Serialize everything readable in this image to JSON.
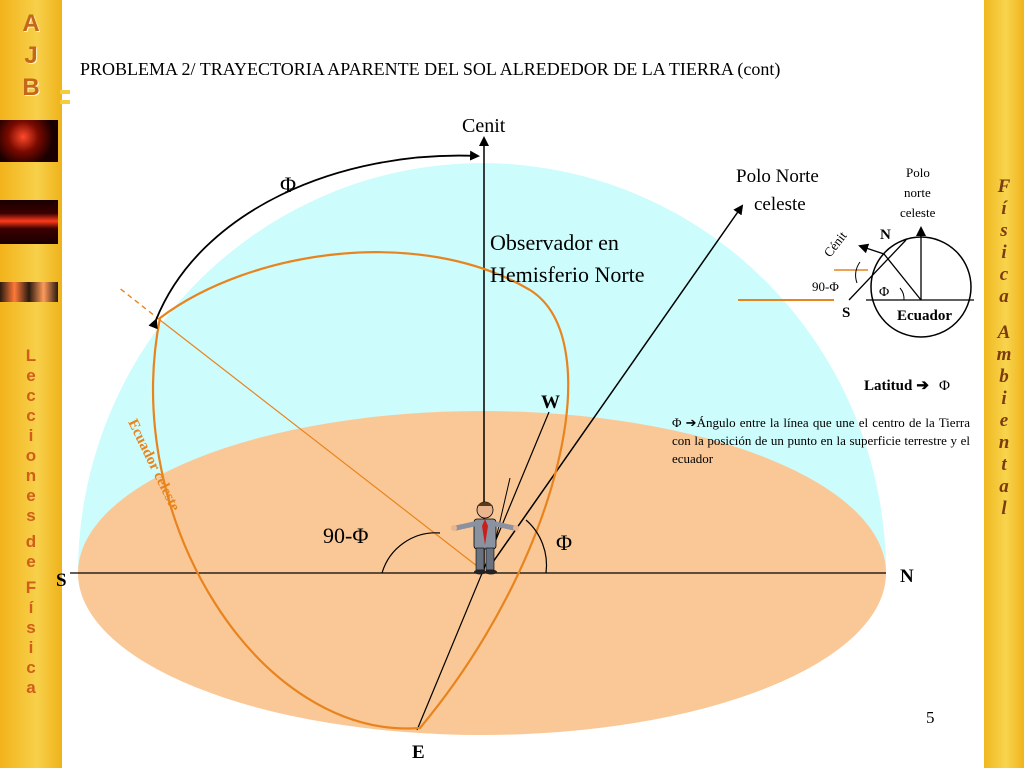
{
  "title": "PROBLEMA 2/ TRAYECTORIA APARENTE DEL SOL ALREDEDOR DE LA TIERRA (cont)",
  "sidebar_left": {
    "logo_letters": [
      "A",
      "J",
      "B"
    ],
    "vertical_words": [
      "Lecciones",
      "de",
      "Física"
    ]
  },
  "sidebar_right": {
    "vertical_words": [
      "Física",
      "Ambiental"
    ]
  },
  "diagram": {
    "zenith_label": "Cenit",
    "phi_top": "Φ",
    "north_pole_label_1": "Polo Norte",
    "north_pole_label_2": "celeste",
    "observer_label_1": "Observador en",
    "observer_label_2": "Hemisferio Norte",
    "west_label": "W",
    "south_label": "S",
    "north_label": "N",
    "east_label": "E",
    "ninety_minus_phi": "90-Φ",
    "phi_right": "Φ",
    "celestial_equator_label": "Ecuador celeste"
  },
  "inset": {
    "polo_1": "Polo",
    "polo_2": "norte",
    "polo_3": "celeste",
    "cenit": "Cénit",
    "n": "N",
    "s": "S",
    "ninety_minus_phi": "90-Φ",
    "phi": "Φ",
    "ecuador": "Ecuador"
  },
  "latitude_label": "Latitud",
  "latitude_arrow": "➔",
  "latitude_symbol": "Φ",
  "note": "Φ ➔Ángulo entre la línea que une el centro de la Tierra con la posición de un punto en la superficie terrestre y el ecuador",
  "page_number": "5",
  "colors": {
    "sky": "#ccfcfc",
    "ground": "#fac896",
    "orange": "#e8841e",
    "sidebar": "#f4c12b",
    "label_orange": "#cf5e1c"
  }
}
